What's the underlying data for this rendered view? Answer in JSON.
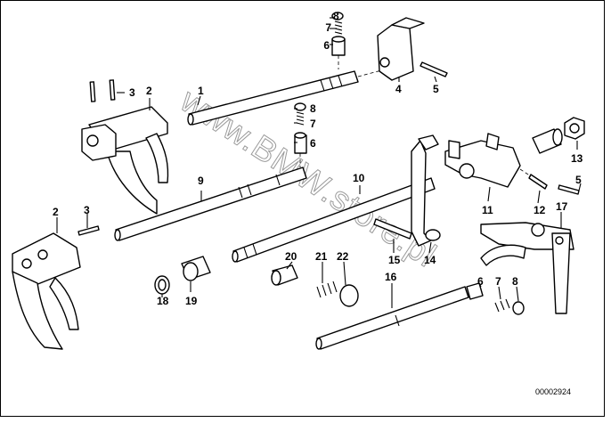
{
  "diagram": {
    "part_labels": [
      "1",
      "2",
      "3",
      "4",
      "5",
      "6",
      "7",
      "8",
      "9",
      "10",
      "11",
      "12",
      "13",
      "14",
      "15",
      "16",
      "17",
      "18",
      "19",
      "20",
      "21",
      "22"
    ],
    "labels": [
      {
        "id": "l8a",
        "text": "8"
      },
      {
        "id": "l7a",
        "text": "7"
      },
      {
        "id": "l6a",
        "text": "6"
      },
      {
        "id": "l4",
        "text": "4"
      },
      {
        "id": "l5a",
        "text": "5"
      },
      {
        "id": "l3a",
        "text": "3"
      },
      {
        "id": "l2a",
        "text": "2"
      },
      {
        "id": "l1",
        "text": "1"
      },
      {
        "id": "l8b",
        "text": "8"
      },
      {
        "id": "l7b",
        "text": "7"
      },
      {
        "id": "l6b",
        "text": "6"
      },
      {
        "id": "l13",
        "text": "13"
      },
      {
        "id": "l5b",
        "text": "5"
      },
      {
        "id": "l9",
        "text": "9"
      },
      {
        "id": "l10",
        "text": "10"
      },
      {
        "id": "l11",
        "text": "11"
      },
      {
        "id": "l12",
        "text": "12"
      },
      {
        "id": "l17",
        "text": "17"
      },
      {
        "id": "l2b",
        "text": "2"
      },
      {
        "id": "l3b",
        "text": "3"
      },
      {
        "id": "l15",
        "text": "15"
      },
      {
        "id": "l14",
        "text": "14"
      },
      {
        "id": "l20",
        "text": "20"
      },
      {
        "id": "l21",
        "text": "21"
      },
      {
        "id": "l22",
        "text": "22"
      },
      {
        "id": "l16",
        "text": "16"
      },
      {
        "id": "l6c",
        "text": "6"
      },
      {
        "id": "l7c",
        "text": "7"
      },
      {
        "id": "l8c",
        "text": "8"
      },
      {
        "id": "l18",
        "text": "18"
      },
      {
        "id": "l19",
        "text": "19"
      }
    ],
    "diagram_code": "00002924",
    "watermark": "www.BMW.store.pl"
  }
}
